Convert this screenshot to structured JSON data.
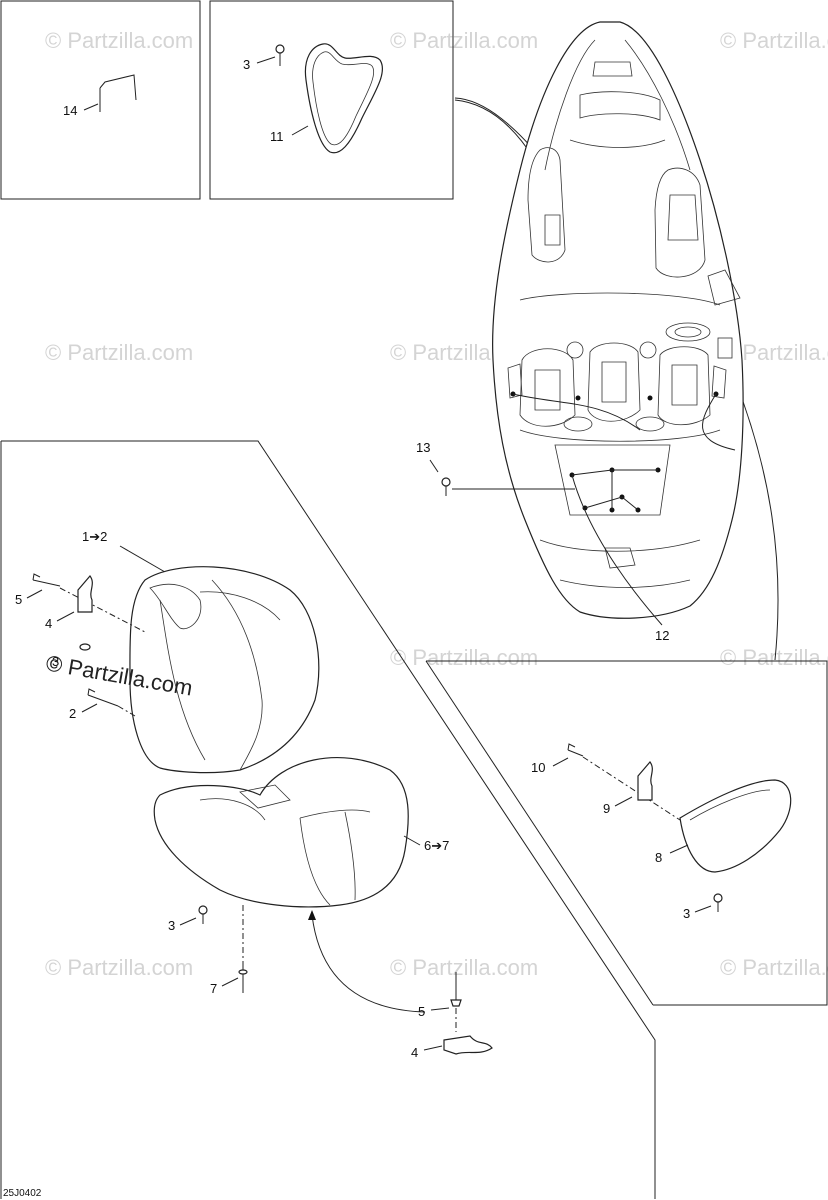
{
  "callouts": {
    "c14": "14",
    "c3_topbox": "3",
    "c11": "11",
    "c13": "13",
    "c12": "12",
    "c1_2": "1➔2",
    "c5_left": "5",
    "c4_left": "4",
    "c3_left": "3",
    "c2_left": "2",
    "c6_7": "6➔7",
    "c3_bottom": "3",
    "c7": "7",
    "c5_bottom": "5",
    "c4_bottom": "4",
    "c10": "10",
    "c9": "9",
    "c8": "8",
    "c3_right": "3"
  },
  "watermark": {
    "text": "© Partzilla.com",
    "overlay_text": "© Partzilla.com"
  },
  "drawing_code": "25J0402"
}
